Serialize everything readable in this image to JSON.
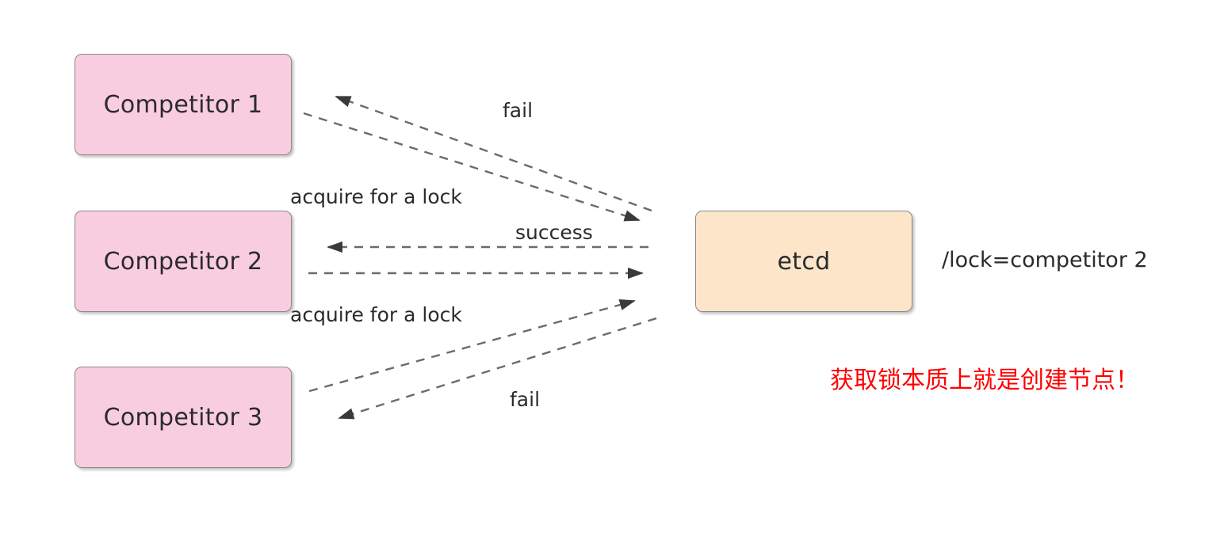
{
  "diagram": {
    "title": "etcd distributed lock acquisition",
    "colors": {
      "competitor_fill": "#f9cde0",
      "store_fill": "#fde5ca",
      "node_border": "#8a8a8a",
      "edge_stroke": "#6b6b6b",
      "text": "#2b2b2b",
      "callout_red": "#ff0000",
      "background": "#ffffff"
    },
    "nodes": [
      {
        "id": "competitor-1",
        "label": "Competitor 1",
        "kind": "competitor"
      },
      {
        "id": "competitor-2",
        "label": "Competitor 2",
        "kind": "competitor"
      },
      {
        "id": "competitor-3",
        "label": "Competitor 3",
        "kind": "competitor"
      },
      {
        "id": "etcd",
        "label": "etcd",
        "kind": "store"
      }
    ],
    "edges": [
      {
        "id": "c1-request",
        "from": "competitor-1",
        "to": "etcd",
        "label": "",
        "style": "dashed",
        "direction": "forward"
      },
      {
        "id": "c1-response",
        "from": "etcd",
        "to": "competitor-1",
        "label": "fail",
        "style": "dashed",
        "direction": "forward"
      },
      {
        "id": "c2-request",
        "from": "competitor-2",
        "to": "etcd",
        "label": "acquire for a lock",
        "style": "dashed",
        "direction": "forward"
      },
      {
        "id": "c2-response",
        "from": "etcd",
        "to": "competitor-2",
        "label": "success",
        "style": "dashed",
        "direction": "forward"
      },
      {
        "id": "c3-request",
        "from": "competitor-3",
        "to": "etcd",
        "label": "acquire for a lock",
        "style": "dashed",
        "direction": "forward"
      },
      {
        "id": "c3-response",
        "from": "etcd",
        "to": "competitor-3",
        "label": "fail",
        "style": "dashed",
        "direction": "forward"
      }
    ],
    "labels": {
      "fail_top": "fail",
      "acquire_top": "acquire for a lock",
      "success": "success",
      "acquire_bottom": "acquire for a lock",
      "fail_bottom": "fail"
    },
    "notes": {
      "lock_key": "/lock=competitor 2",
      "chinese_callout": "获取锁本质上就是创建节点！"
    }
  }
}
